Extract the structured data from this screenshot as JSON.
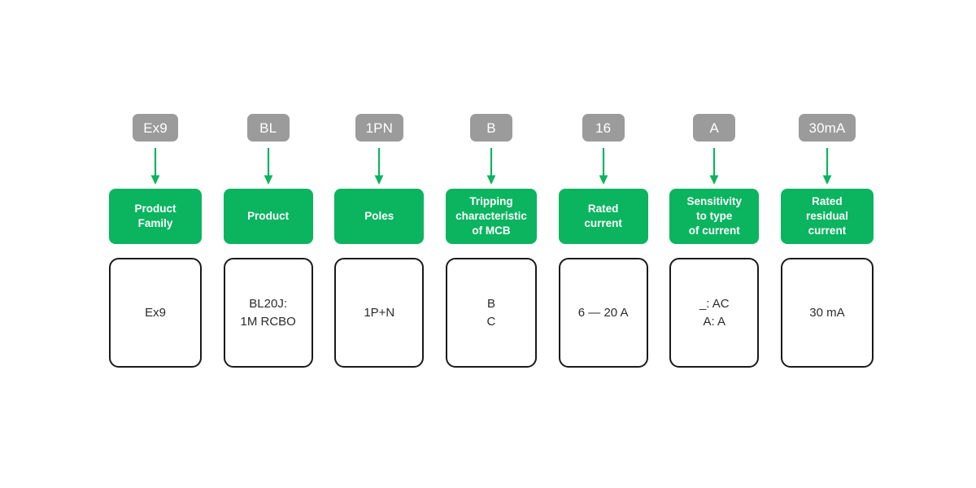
{
  "diagram": {
    "type": "product-code-breakdown",
    "accent_green": "#0bb45f",
    "badge_gray": "#9b9b9b",
    "box_border": "#1a1a1a",
    "background": "#ffffff",
    "arrow_icon_name": "down-arrow-icon",
    "columns": [
      {
        "code": "Ex9",
        "label": "Product\nFamily",
        "label_lines": [
          "Product",
          "Family"
        ],
        "value": "Ex9",
        "value_lines": [
          "Ex9"
        ]
      },
      {
        "code": "BL",
        "label": "Product",
        "label_lines": [
          "Product"
        ],
        "value": "BL20J:\n1M RCBO",
        "value_lines": [
          "BL20J:",
          "1M RCBO"
        ]
      },
      {
        "code": "1PN",
        "label": "Poles",
        "label_lines": [
          "Poles"
        ],
        "value": "1P+N",
        "value_lines": [
          "1P+N"
        ]
      },
      {
        "code": "B",
        "label": "Tripping\ncharacteristic\nof MCB",
        "label_lines": [
          "Tripping",
          "characteristic",
          "of MCB"
        ],
        "value": "B\nC",
        "value_lines": [
          "B",
          "C"
        ]
      },
      {
        "code": "16",
        "label": "Rated\ncurrent",
        "label_lines": [
          "Rated",
          "current"
        ],
        "value": "6 — 20 A",
        "value_lines": [
          "6 — 20 A"
        ]
      },
      {
        "code": "A",
        "label": "Sensitivity\nto type\nof current",
        "label_lines": [
          "Sensitivity",
          "to type",
          "of current"
        ],
        "value": "_: AC\nA: A",
        "value_lines": [
          "_: AC",
          "A: A"
        ]
      },
      {
        "code": "30mA",
        "label": "Rated\nresidual\ncurrent",
        "label_lines": [
          "Rated",
          "residual",
          "current"
        ],
        "value": "30 mA",
        "value_lines": [
          "30 mA"
        ]
      }
    ]
  }
}
